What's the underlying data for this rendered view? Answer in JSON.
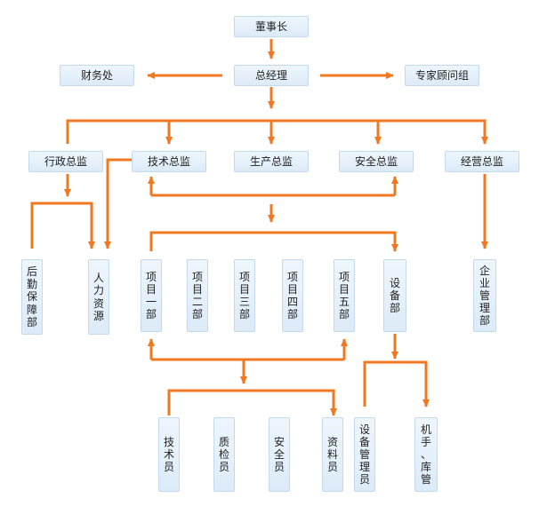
{
  "colors": {
    "link": "#f07820",
    "node_fill": "#dcebf8",
    "node_border": "#c3d9ee"
  },
  "nodes": {
    "chairman": "董事长",
    "finance": "财务处",
    "general_manager": "总经理",
    "expert_panel": "专家顾问组",
    "admin_director": "行政总监",
    "tech_director": "技术总监",
    "production_director": "生产总监",
    "safety_director": "安全总监",
    "business_director": "经营总监",
    "logistics": "后勤保障部",
    "hr": "人力资源",
    "project_1": "项目一部",
    "project_2": "项目二部",
    "project_3": "项目三部",
    "project_4": "项目四部",
    "project_5": "项目五部",
    "equipment_dept": "设备部",
    "enterprise_mgmt": "企业管理部",
    "technician": "技术员",
    "quality_inspector": "质检员",
    "safety_officer": "安全员",
    "data_clerk": "资料员",
    "equipment_manager": "设备管理员",
    "operator_storekeeper": "机手、库管"
  }
}
